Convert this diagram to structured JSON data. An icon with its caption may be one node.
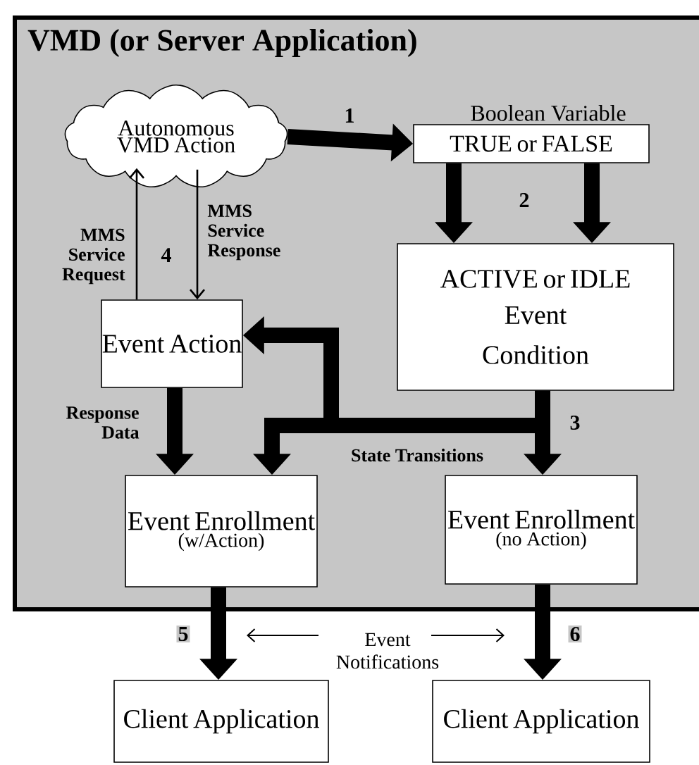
{
  "diagram": {
    "nodes": [
      {
        "text": [
          "VMD (or Server Application)"
        ]
      },
      {
        "text": [
          "Autonomous VMD Action"
        ],
        "in": 0
      },
      {
        "text": [
          "TRUE or FALSE"
        ],
        "beside": [
          "Boolean Variable"
        ],
        "in": 0
      },
      {
        "text": [
          "ACTIVE or IDLE",
          "Event Condition"
        ],
        "in": 0
      },
      {
        "text": [
          "Event Action"
        ],
        "in": 0
      },
      {
        "text": [
          "Event Enrollment",
          "(w/Action)"
        ],
        "in": 0
      },
      {
        "text": [
          "Event Enrollment",
          "(no Action)"
        ],
        "in": 0
      },
      {
        "text": [
          "Client Application"
        ]
      },
      {
        "text": [
          "Client Application"
        ]
      }
    ],
    "edges": [
      {
        "from": 1,
        "to": 2,
        "arrow": "to",
        "label": "1"
      },
      {
        "from": 2,
        "to": 3,
        "arrow": "to",
        "label": "2"
      },
      {
        "from": 2,
        "to": 3,
        "arrow": "to"
      },
      {
        "from": 4,
        "to": 1,
        "arrow": "to",
        "label": "MMS Service Request"
      },
      {
        "from": 1,
        "to": 4,
        "arrow": "to",
        "label": "MMS Service Response"
      },
      {
        "from": 4,
        "to": 5,
        "arrow": "to",
        "label": "Response Data"
      },
      {
        "from": 3,
        "to": 4,
        "arrow": "to"
      },
      {
        "from": 3,
        "to": 5,
        "arrow": "to",
        "label": "State Transitions"
      },
      {
        "from": 3,
        "to": 6,
        "arrow": "to",
        "label": "3"
      },
      {
        "from": 5,
        "to": 7,
        "arrow": "to",
        "label": "5"
      },
      {
        "from": 6,
        "to": 8,
        "arrow": "to",
        "label": "6"
      }
    ],
    "labels": [
      "4",
      "Event Notifications"
    ]
  }
}
